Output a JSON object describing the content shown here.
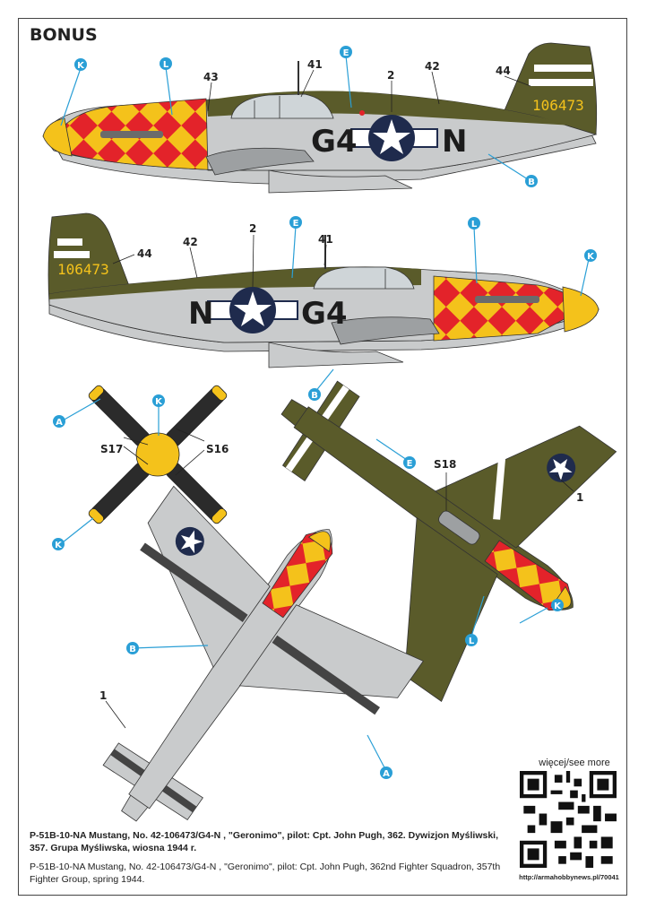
{
  "page": {
    "title": "BONUS"
  },
  "callouts": {
    "K": "K",
    "L": "L",
    "E": "E",
    "B": "B",
    "A": "A",
    "n43": "43",
    "n41": "41",
    "n2": "2",
    "n42": "42",
    "n44": "44",
    "n1": "1",
    "S16": "S16",
    "S17": "S17",
    "S18": "S18"
  },
  "markings": {
    "code_left": "G4",
    "code_right": "N",
    "serial": "106473"
  },
  "captions": {
    "polish": "P-51B-10-NA Mustang, No. 42-106473/G4-N , \"Geronimo\", pilot: Cpt. John Pugh, 362. Dywizjon Myśliwski, 357. Grupa Myśliwska, wiosna 1944 r.",
    "english": "P-51B-10-NA Mustang, No. 42-106473/G4-N , \"Geronimo\", pilot: Cpt. John Pugh, 362nd Fighter Squadron, 357th Fighter Group, spring 1944."
  },
  "qr": {
    "label": "więcej/see more",
    "url": "http://armahobbynews.pl/70041"
  },
  "colors": {
    "olive_drab": "#5a5b2a",
    "neutral_gray": "#c9cbcc",
    "yellow": "#f4c21b",
    "red": "#e3232a",
    "insignia_blue": "#1f2b4d",
    "callout_blue": "#2a9fd6"
  }
}
